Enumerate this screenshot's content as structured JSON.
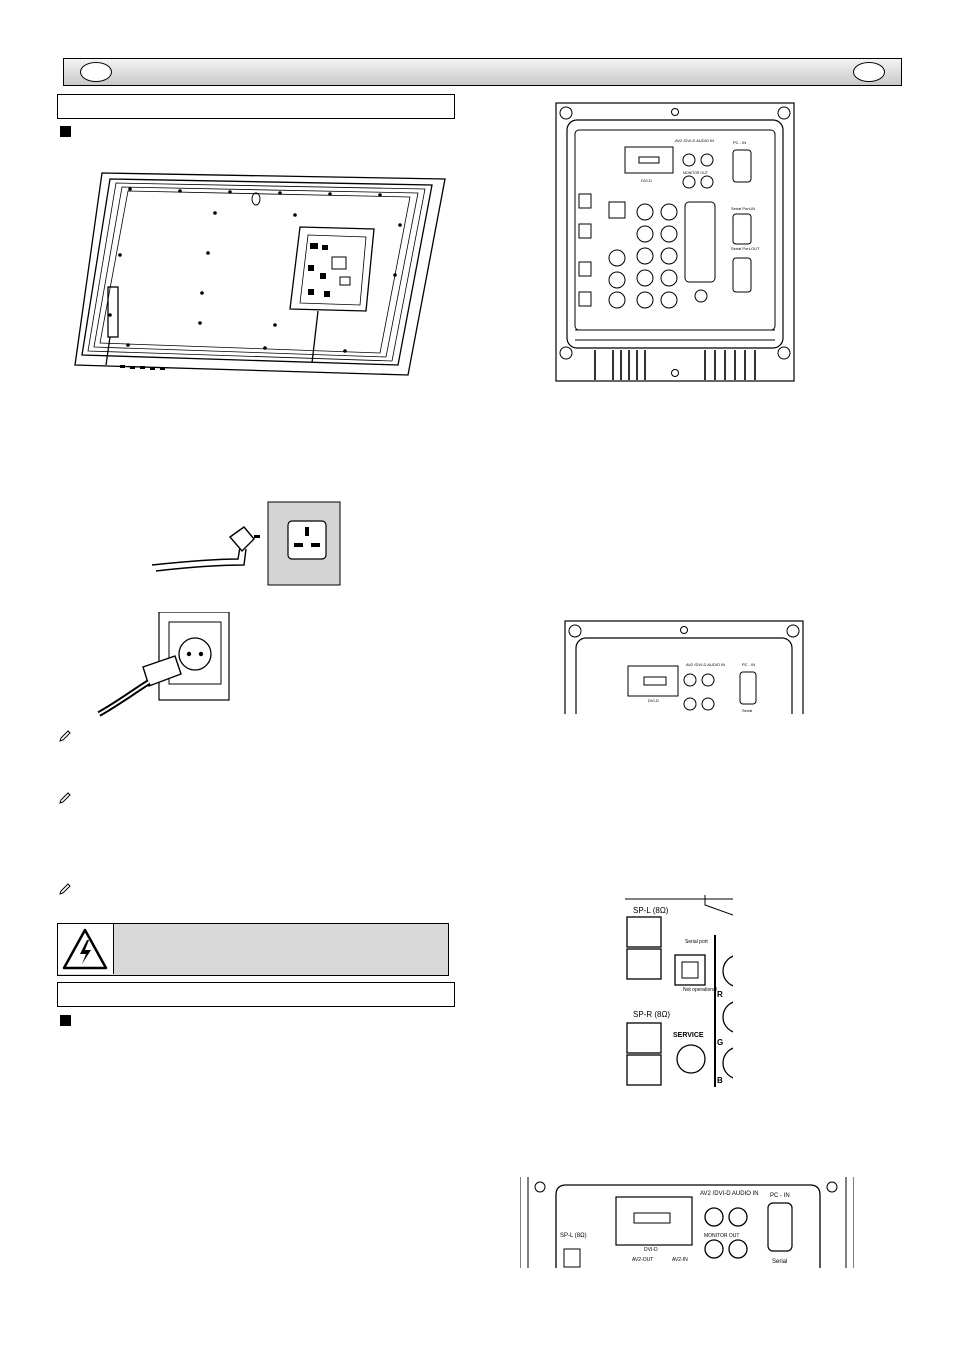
{
  "page": {
    "header": {
      "left_badge": "",
      "right_badge": ""
    },
    "panel_labels": {
      "pc_in": "PC - IN",
      "serial_port_in": "Serial Port-IN",
      "serial_port_out": "Serial Port-OUT",
      "dvi_d": "DVI-D",
      "av2_dvi_audio_in": "AV2 /DVI-D AUDIO IN",
      "monitor_out": "MONITOR OUT",
      "av2_out": "AV2-OUT",
      "av2_in": "AV2-IN",
      "sp_l": "SP-L (8Ω)",
      "sp_r": "SP-R (8Ω)",
      "service": "SERVICE",
      "serial": "Serial",
      "serial_port": "Serial port",
      "not_operational": "Not operational",
      "r": "R",
      "g": "G",
      "b": "B"
    }
  }
}
